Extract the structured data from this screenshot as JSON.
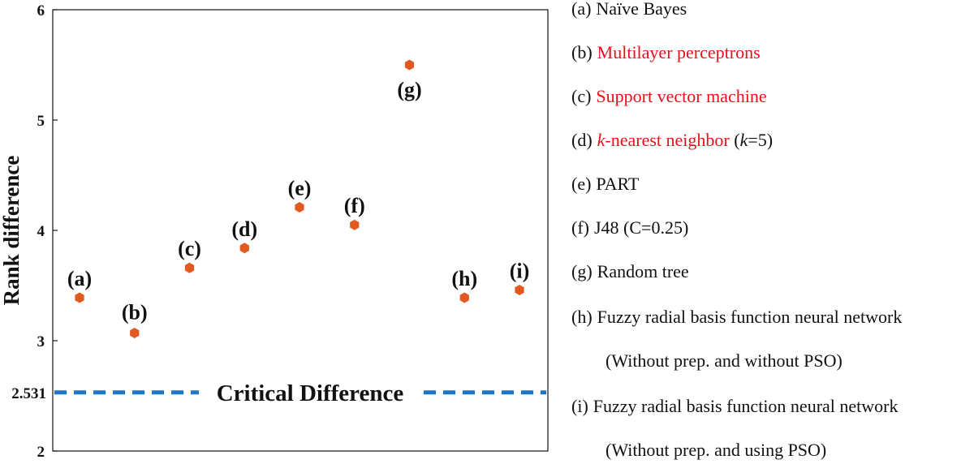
{
  "chart_data": {
    "type": "scatter",
    "ylabel": "Rank difference",
    "xlabel": "",
    "ylim": [
      2,
      6
    ],
    "yticks": [
      "2",
      "3",
      "4",
      "5",
      "6"
    ],
    "grid": false,
    "marker_color": "#e05a22",
    "points": [
      {
        "label": "(a)",
        "y": 3.39
      },
      {
        "label": "(b)",
        "y": 3.07
      },
      {
        "label": "(c)",
        "y": 3.66
      },
      {
        "label": "(d)",
        "y": 3.84
      },
      {
        "label": "(e)",
        "y": 4.21
      },
      {
        "label": "(f)",
        "y": 4.05
      },
      {
        "label": "(g)",
        "y": 5.5
      },
      {
        "label": "(h)",
        "y": 3.39
      },
      {
        "label": "(i)",
        "y": 3.46
      }
    ],
    "critical_difference": {
      "value": 2.531,
      "value_label": "2.531",
      "label": "Critical Difference",
      "color": "#1f77c4"
    }
  },
  "legend": [
    {
      "key": "(a)",
      "parts": [
        {
          "text": "Naïve Bayes",
          "style": ""
        }
      ]
    },
    {
      "key": "(b)",
      "parts": [
        {
          "text": "Multilayer perceptrons",
          "style": "red"
        }
      ]
    },
    {
      "key": "(c)",
      "parts": [
        {
          "text": "Support vector machine",
          "style": "red"
        }
      ]
    },
    {
      "key": "(d)",
      "parts": [
        {
          "text": "k",
          "style": "red ital"
        },
        {
          "text": "-nearest neighbor",
          "style": "red"
        },
        {
          "text": " (",
          "style": ""
        },
        {
          "text": "k",
          "style": "ital"
        },
        {
          "text": "=5)",
          "style": ""
        }
      ]
    },
    {
      "key": "(e)",
      "parts": [
        {
          "text": "PART",
          "style": ""
        }
      ]
    },
    {
      "key": "(f)",
      "parts": [
        {
          "text": "J48 (C=0.25)",
          "style": ""
        }
      ]
    },
    {
      "key": "(g)",
      "parts": [
        {
          "text": "Random tree",
          "style": ""
        }
      ]
    },
    {
      "key": "(h)",
      "parts": [
        {
          "text": "Fuzzy radial basis function neural network",
          "style": ""
        }
      ]
    },
    {
      "key": "",
      "parts": [
        {
          "text": "(Without prep. and without PSO)",
          "style": ""
        }
      ]
    },
    {
      "key": "(i)",
      "parts": [
        {
          "text": "Fuzzy radial basis function neural network",
          "style": ""
        }
      ]
    },
    {
      "key": "",
      "parts": [
        {
          "text": "(Without prep. and using PSO)",
          "style": ""
        }
      ]
    }
  ]
}
